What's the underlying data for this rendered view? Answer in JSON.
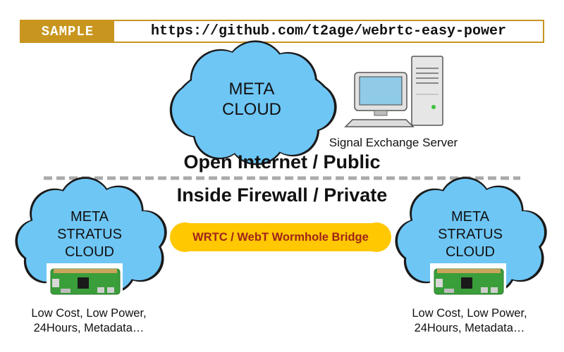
{
  "header": {
    "sample_label": "SAMPLE",
    "url": "https://github.com/t2age/webrtc-easy-power"
  },
  "meta_cloud": {
    "line1": "META",
    "line2": "CLOUD"
  },
  "server": {
    "label": "Signal Exchange Server"
  },
  "zones": {
    "public": "Open Internet / Public",
    "private": "Inside Firewall / Private"
  },
  "bridge": {
    "label": "WRTC / WebT Wormhole Bridge"
  },
  "stratus_left": {
    "line1": "META",
    "line2": "STRATUS",
    "line3": "CLOUD"
  },
  "stratus_right": {
    "line1": "META",
    "line2": "STRATUS",
    "line3": "CLOUD"
  },
  "caption_left": {
    "line1": "Low Cost, Low Power,",
    "line2": "24Hours, Metadata…"
  },
  "caption_right": {
    "line1": "Low Cost, Low Power,",
    "line2": "24Hours, Metadata…"
  },
  "colors": {
    "accent": "#c8961e",
    "cloud_fill": "#6ec6f5",
    "bridge": "#ffc800",
    "bridge_text": "#a0241a",
    "board": "#3a9e3a"
  },
  "icons": [
    "computer-icon",
    "server-tower-icon",
    "raspberry-pi-zero-icon"
  ]
}
